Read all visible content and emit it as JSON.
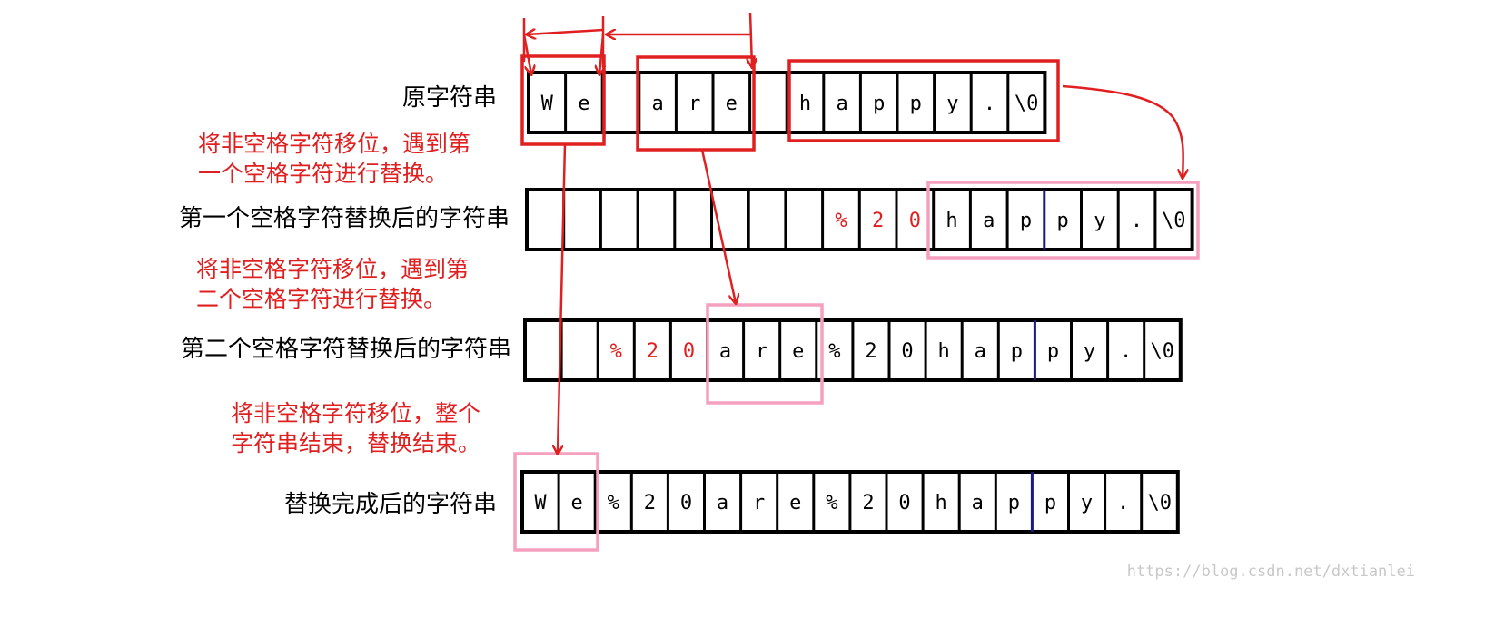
{
  "labels": {
    "row1": "原字符串",
    "row2": "第一个空格字符替换后的字符串",
    "row3": "第二个空格字符替换后的字符串",
    "row4": "替换完成后的字符串"
  },
  "notes": {
    "note1_line1": "将非空格字符移位，遇到第",
    "note1_line2": "一个空格字符进行替换。",
    "note2_line1": "将非空格字符移位，遇到第",
    "note2_line2": "二个空格字符进行替换。",
    "note3_line1": "将非空格字符移位，整个",
    "note3_line2": "字符串结束，替换结束。"
  },
  "rows": [
    {
      "name": "original",
      "cells": [
        "W",
        "e",
        "",
        "a",
        "r",
        "e",
        "",
        "h",
        "a",
        "p",
        "p",
        "y",
        ".",
        "\\0"
      ],
      "red_chars": []
    },
    {
      "name": "after-first",
      "cells": [
        "",
        "",
        "",
        "",
        "",
        "",
        "",
        "",
        "%",
        "2",
        "0",
        "h",
        "a",
        "p",
        "p",
        "y",
        ".",
        "\\0"
      ],
      "red_chars": [
        8,
        9,
        10
      ]
    },
    {
      "name": "after-second",
      "cells": [
        "",
        "",
        "%",
        "2",
        "0",
        "a",
        "r",
        "e",
        "%",
        "2",
        "0",
        "h",
        "a",
        "p",
        "p",
        "y",
        ".",
        "\\0"
      ],
      "red_chars": [
        2,
        3,
        4
      ]
    },
    {
      "name": "final",
      "cells": [
        "W",
        "e",
        "%",
        "2",
        "0",
        "a",
        "r",
        "e",
        "%",
        "2",
        "0",
        "h",
        "a",
        "p",
        "p",
        "y",
        ".",
        "\\0"
      ],
      "red_chars": []
    }
  ],
  "colors": {
    "red": "#e02020",
    "pink": "#f4a0be",
    "black": "#000000",
    "navy": "#1a1a80"
  },
  "watermark": "https://blog.csdn.net/dxtianlei"
}
